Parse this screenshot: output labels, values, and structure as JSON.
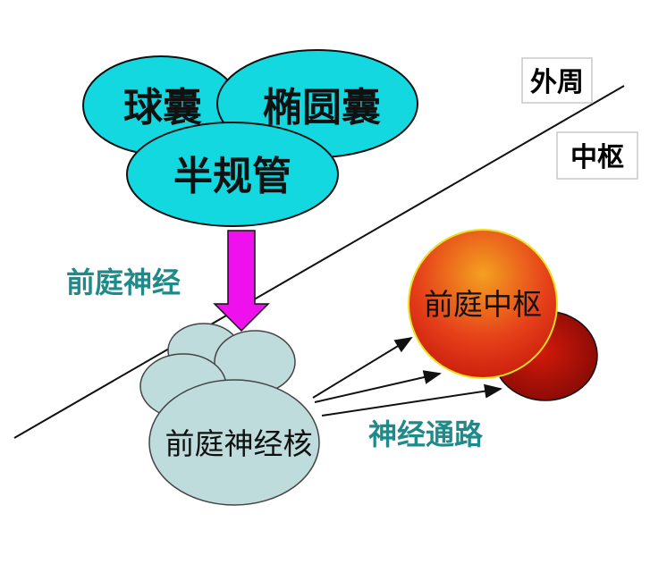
{
  "labels": {
    "ellipses": {
      "saccule": "球囊",
      "utricle": "椭圆囊",
      "semicircular": "半规管"
    },
    "vestibular_nerve": "前庭神经",
    "vestibular_nuclei": "前庭神经核",
    "vestibular_center": "前庭中枢",
    "neural_pathway": "神经通路",
    "peripheral": "外周",
    "central": "中枢"
  },
  "colors": {
    "cyan_fill": "#14d8e0",
    "arrow_magenta": "#ee11ee",
    "cluster_fill": "#bfdcdc",
    "center_red": "#e82a10",
    "center_orange": "#f4a020",
    "teal_text": "#1f8a8a"
  }
}
